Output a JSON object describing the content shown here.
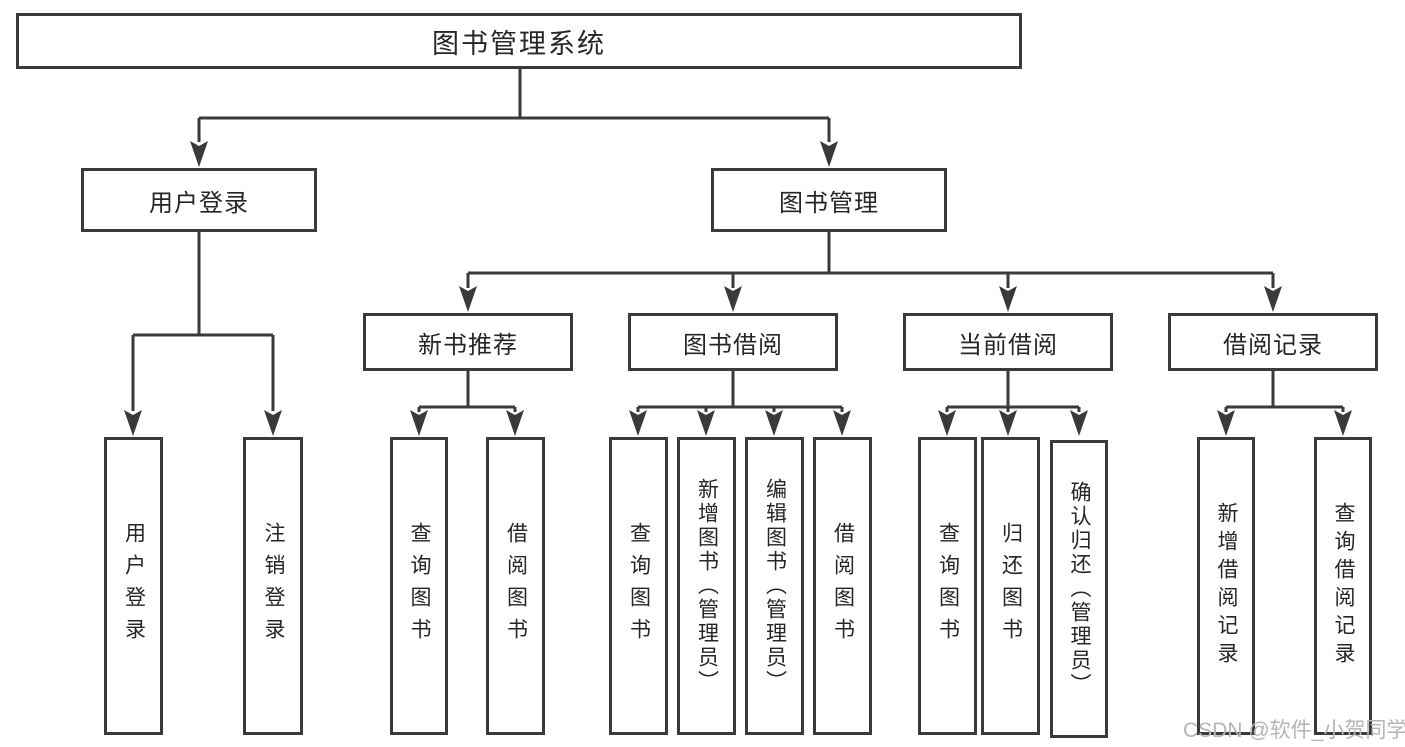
{
  "colors": {
    "line": "#3a3a3a",
    "text": "#262626",
    "watermark": "#b5b5b5",
    "background": "#ffffff"
  },
  "watermark": "CSDN @软件_小贺同学",
  "tree": {
    "label": "图书管理系统",
    "children": [
      {
        "label": "用户登录",
        "children": [
          {
            "label": "用户登录"
          },
          {
            "label": "注销登录"
          }
        ]
      },
      {
        "label": "图书管理",
        "children": [
          {
            "label": "新书推荐",
            "children": [
              {
                "label": "查询图书"
              },
              {
                "label": "借阅图书"
              }
            ]
          },
          {
            "label": "图书借阅",
            "children": [
              {
                "label": "查询图书"
              },
              {
                "label": "新增图书（管理员）"
              },
              {
                "label": "编辑图书（管理员）"
              },
              {
                "label": "借阅图书"
              }
            ]
          },
          {
            "label": "当前借阅",
            "children": [
              {
                "label": "查询图书"
              },
              {
                "label": "归还图书"
              },
              {
                "label": "确认归还（管理员）"
              }
            ]
          },
          {
            "label": "借阅记录",
            "children": [
              {
                "label": "新增借阅记录"
              },
              {
                "label": "查询借阅记录"
              }
            ]
          }
        ]
      }
    ]
  }
}
